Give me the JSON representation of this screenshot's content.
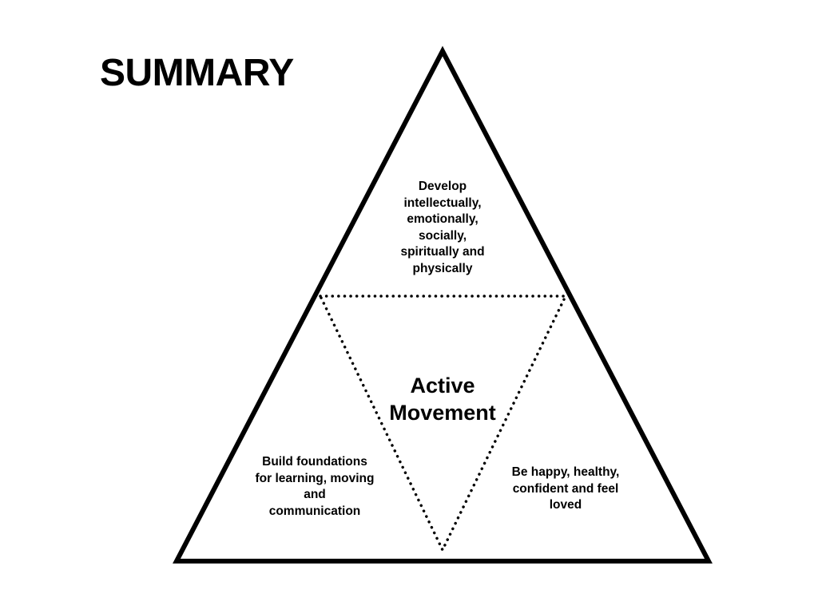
{
  "slide": {
    "title": "SUMMARY"
  },
  "diagram": {
    "top_section": "Develop\nintellectually,\nemotionally,\nsocially,\nspiritually and\nphysically",
    "center_section": "Active\nMovement",
    "left_section": "Build foundations\nfor learning, moving\nand\ncommunication",
    "right_section": "Be happy, healthy,\nconfident and feel\nloved"
  },
  "colors": {
    "outline": "#000000",
    "background": "#ffffff"
  }
}
